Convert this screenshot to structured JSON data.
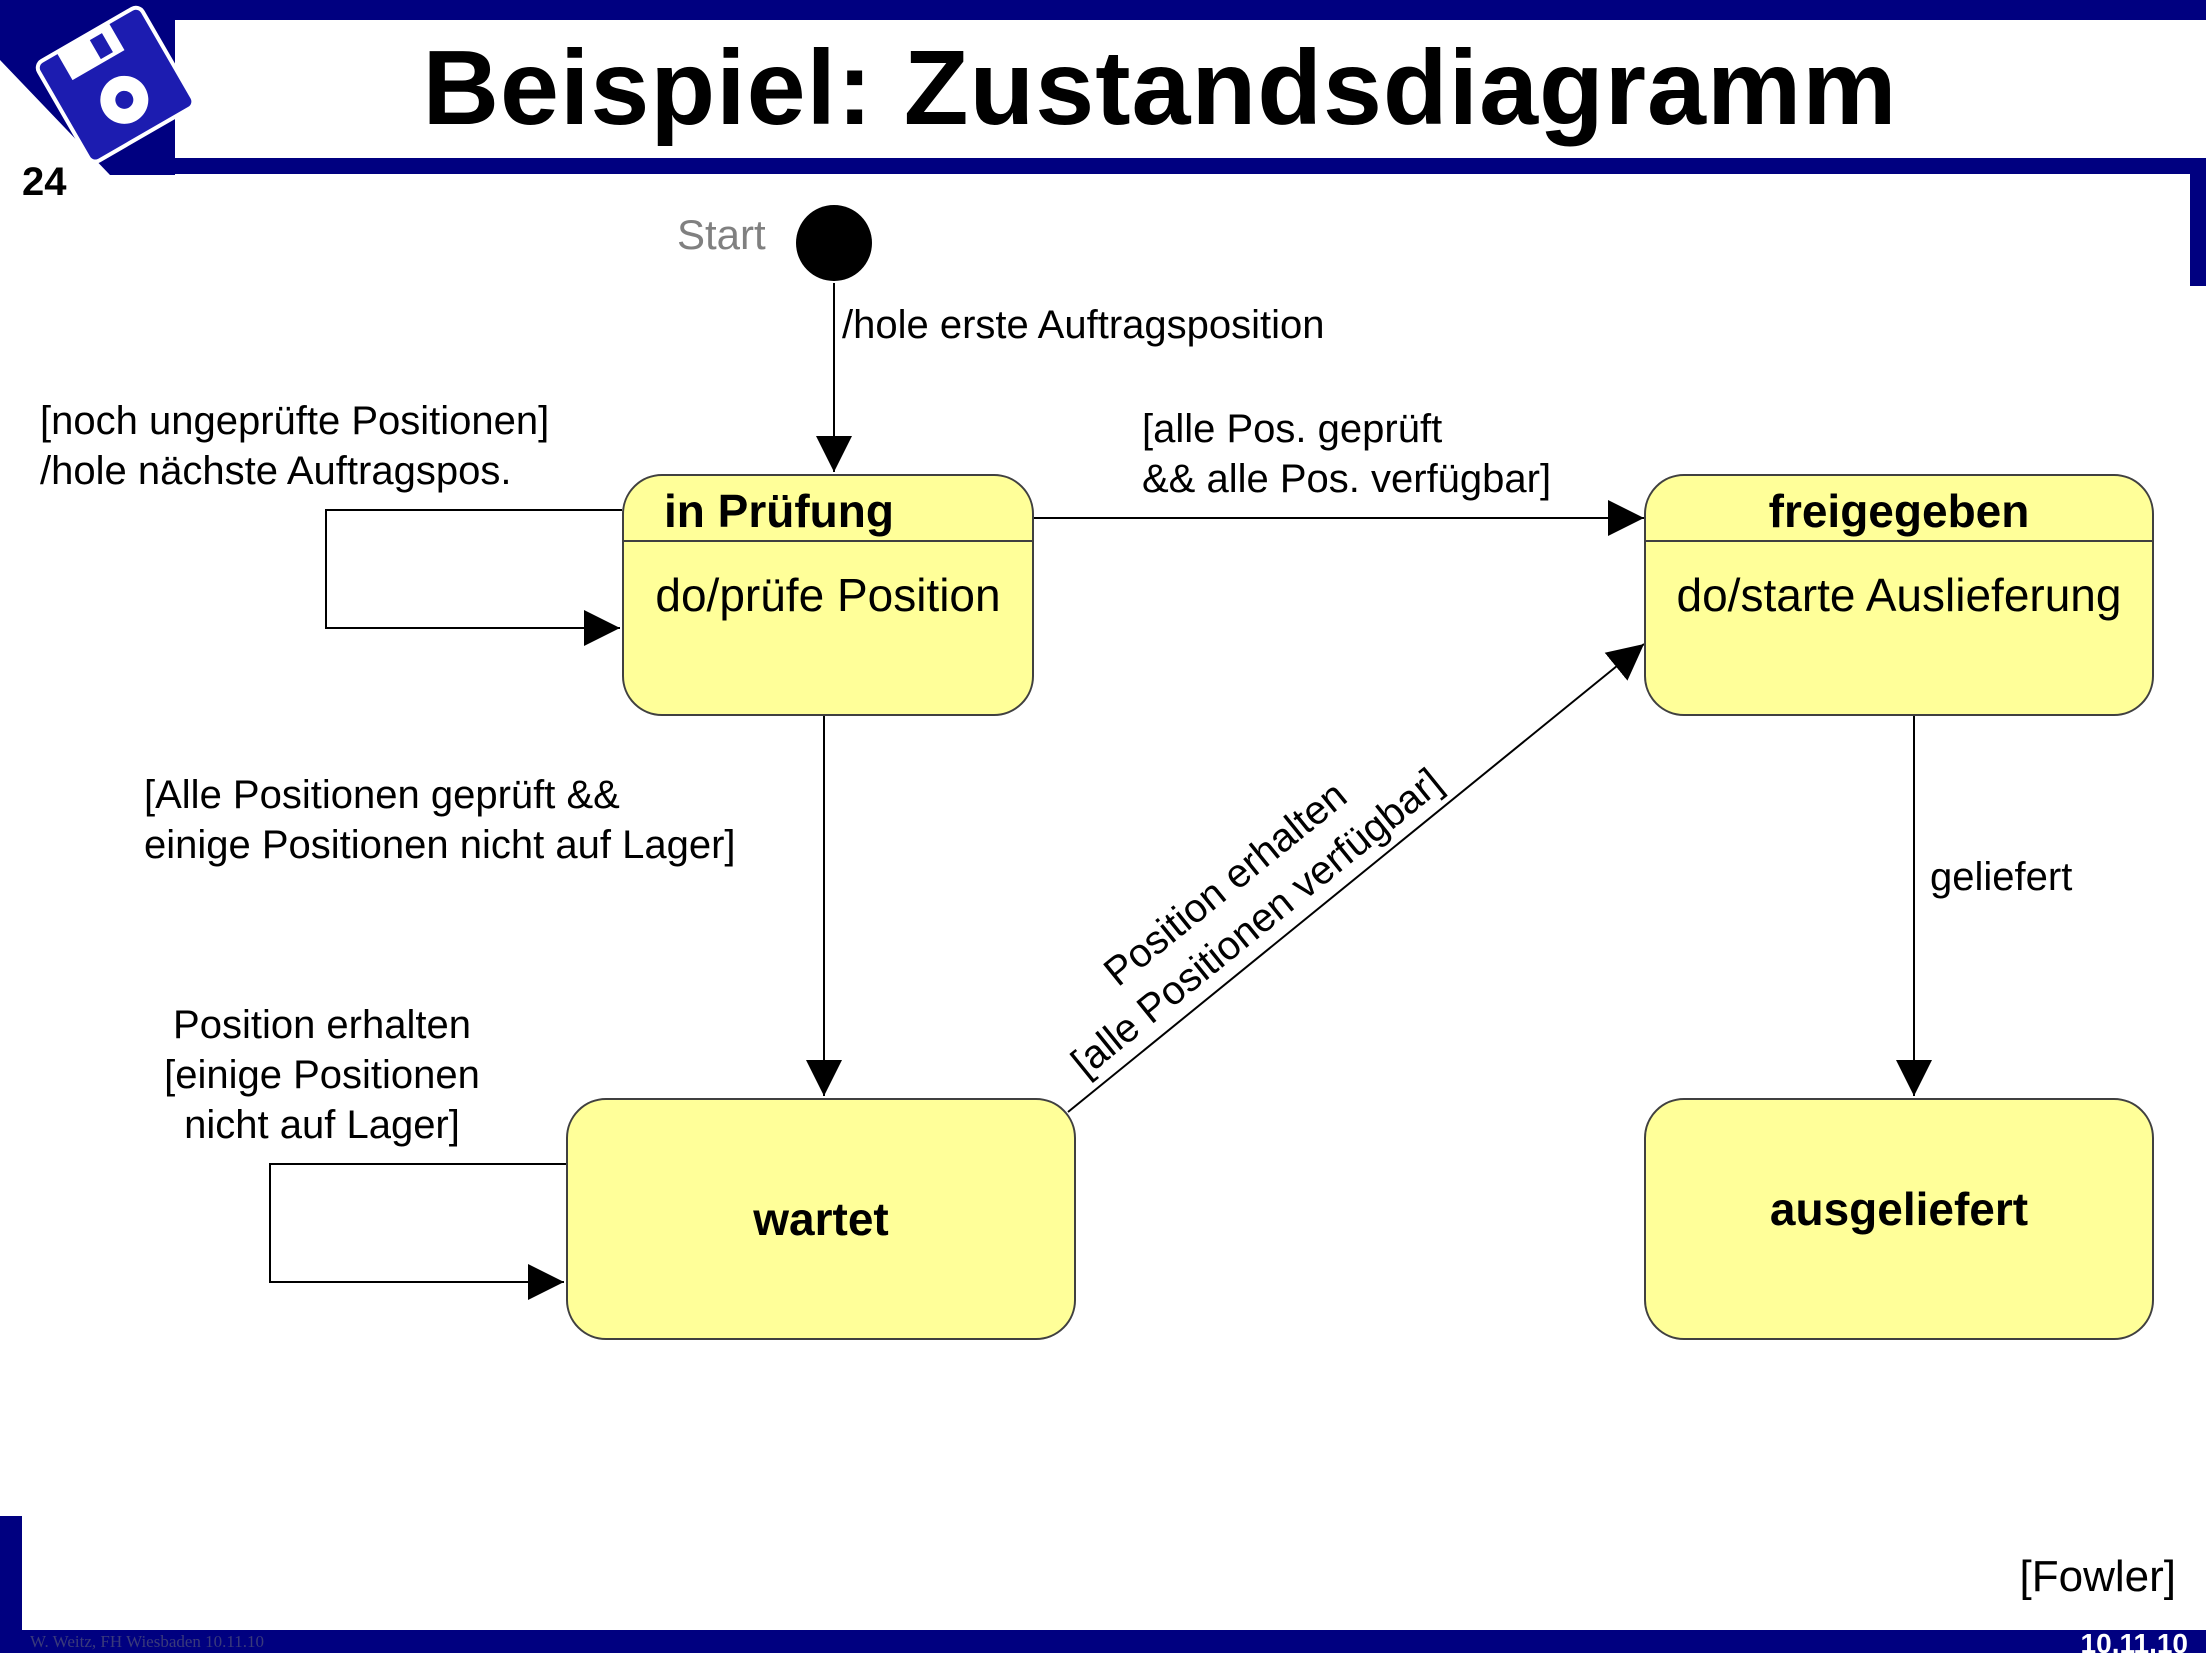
{
  "header": {
    "title": "Beispiel: Zustandsdiagramm",
    "slide_number": "24",
    "logo_icon": "floppy-disk-icon",
    "accent_color": "#000080"
  },
  "diagram": {
    "start": {
      "label": "Start"
    },
    "states": {
      "in_pruefung": {
        "name": "in Prüfung",
        "activity": "do/prüfe Position"
      },
      "freigegeben": {
        "name": "freigegeben",
        "activity": "do/starte Auslieferung"
      },
      "wartet": {
        "name": "wartet"
      },
      "ausgeliefert": {
        "name": "ausgeliefert"
      }
    },
    "transitions": {
      "start_to_pruefung": "/hole erste Auftragsposition",
      "pruefung_self": [
        "[noch ungeprüfte Positionen]",
        "/hole nächste Auftragspos."
      ],
      "pruefung_to_freigegeben": [
        "[alle Pos. geprüft",
        "&& alle Pos. verfügbar]"
      ],
      "pruefung_to_wartet": [
        "[Alle Positionen geprüft &&",
        "einige Positionen nicht auf Lager]"
      ],
      "wartet_self": [
        "Position erhalten",
        "[einige Positionen",
        "nicht auf Lager]"
      ],
      "wartet_to_freigegeben": [
        "Position erhalten",
        "[alle Positionen verfügbar]"
      ],
      "freigegeben_to_ausgeliefert": "geliefert"
    },
    "state_fill_color": "#ffff99"
  },
  "footer": {
    "source": "[Fowler]",
    "author": "W. Weitz, FH Wiesbaden 10.11.10",
    "date": "10.11.10"
  }
}
